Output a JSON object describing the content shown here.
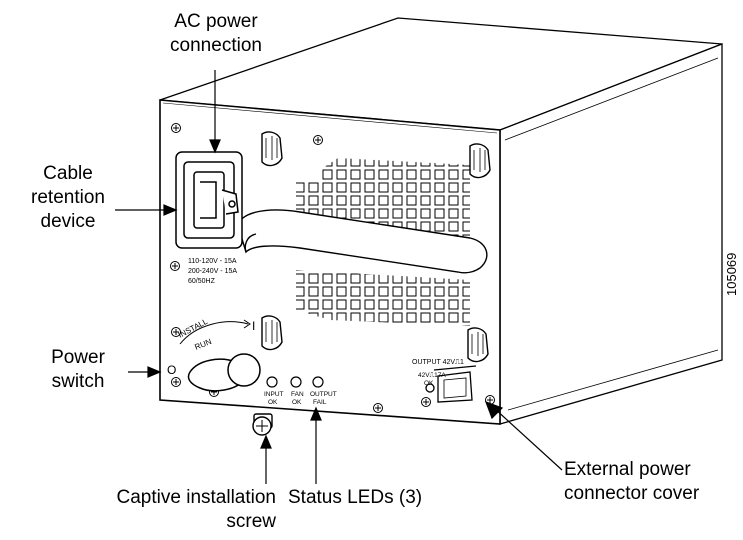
{
  "callouts": {
    "ac_power": [
      "AC power",
      "connection"
    ],
    "cable_retention": [
      "Cable",
      "retention",
      "device"
    ],
    "power_switch": [
      "Power",
      "switch"
    ],
    "captive_screw": [
      "Captive installation",
      "screw"
    ],
    "status_leds": "Status LEDs (3)",
    "external_cover": [
      "External power",
      "connector cover"
    ]
  },
  "panel_text": {
    "ratings": [
      "110-120V - 15A",
      "200-240V - 15A",
      "60/50HZ"
    ],
    "install": "INSTALL",
    "run": "RUN",
    "switch_on": "I",
    "switch_off": "O",
    "led_input": [
      "INPUT",
      "OK"
    ],
    "led_fan": [
      "FAN",
      "OK"
    ],
    "led_output": [
      "OUTPUT",
      "FAIL"
    ],
    "output_label": "OUTPUT 42V⎍1",
    "output_rating": "42V⎍17A",
    "output_ok": "OK"
  },
  "figure_id": "105069",
  "colors": {
    "line": "#000000",
    "panel": "#ffffff"
  }
}
